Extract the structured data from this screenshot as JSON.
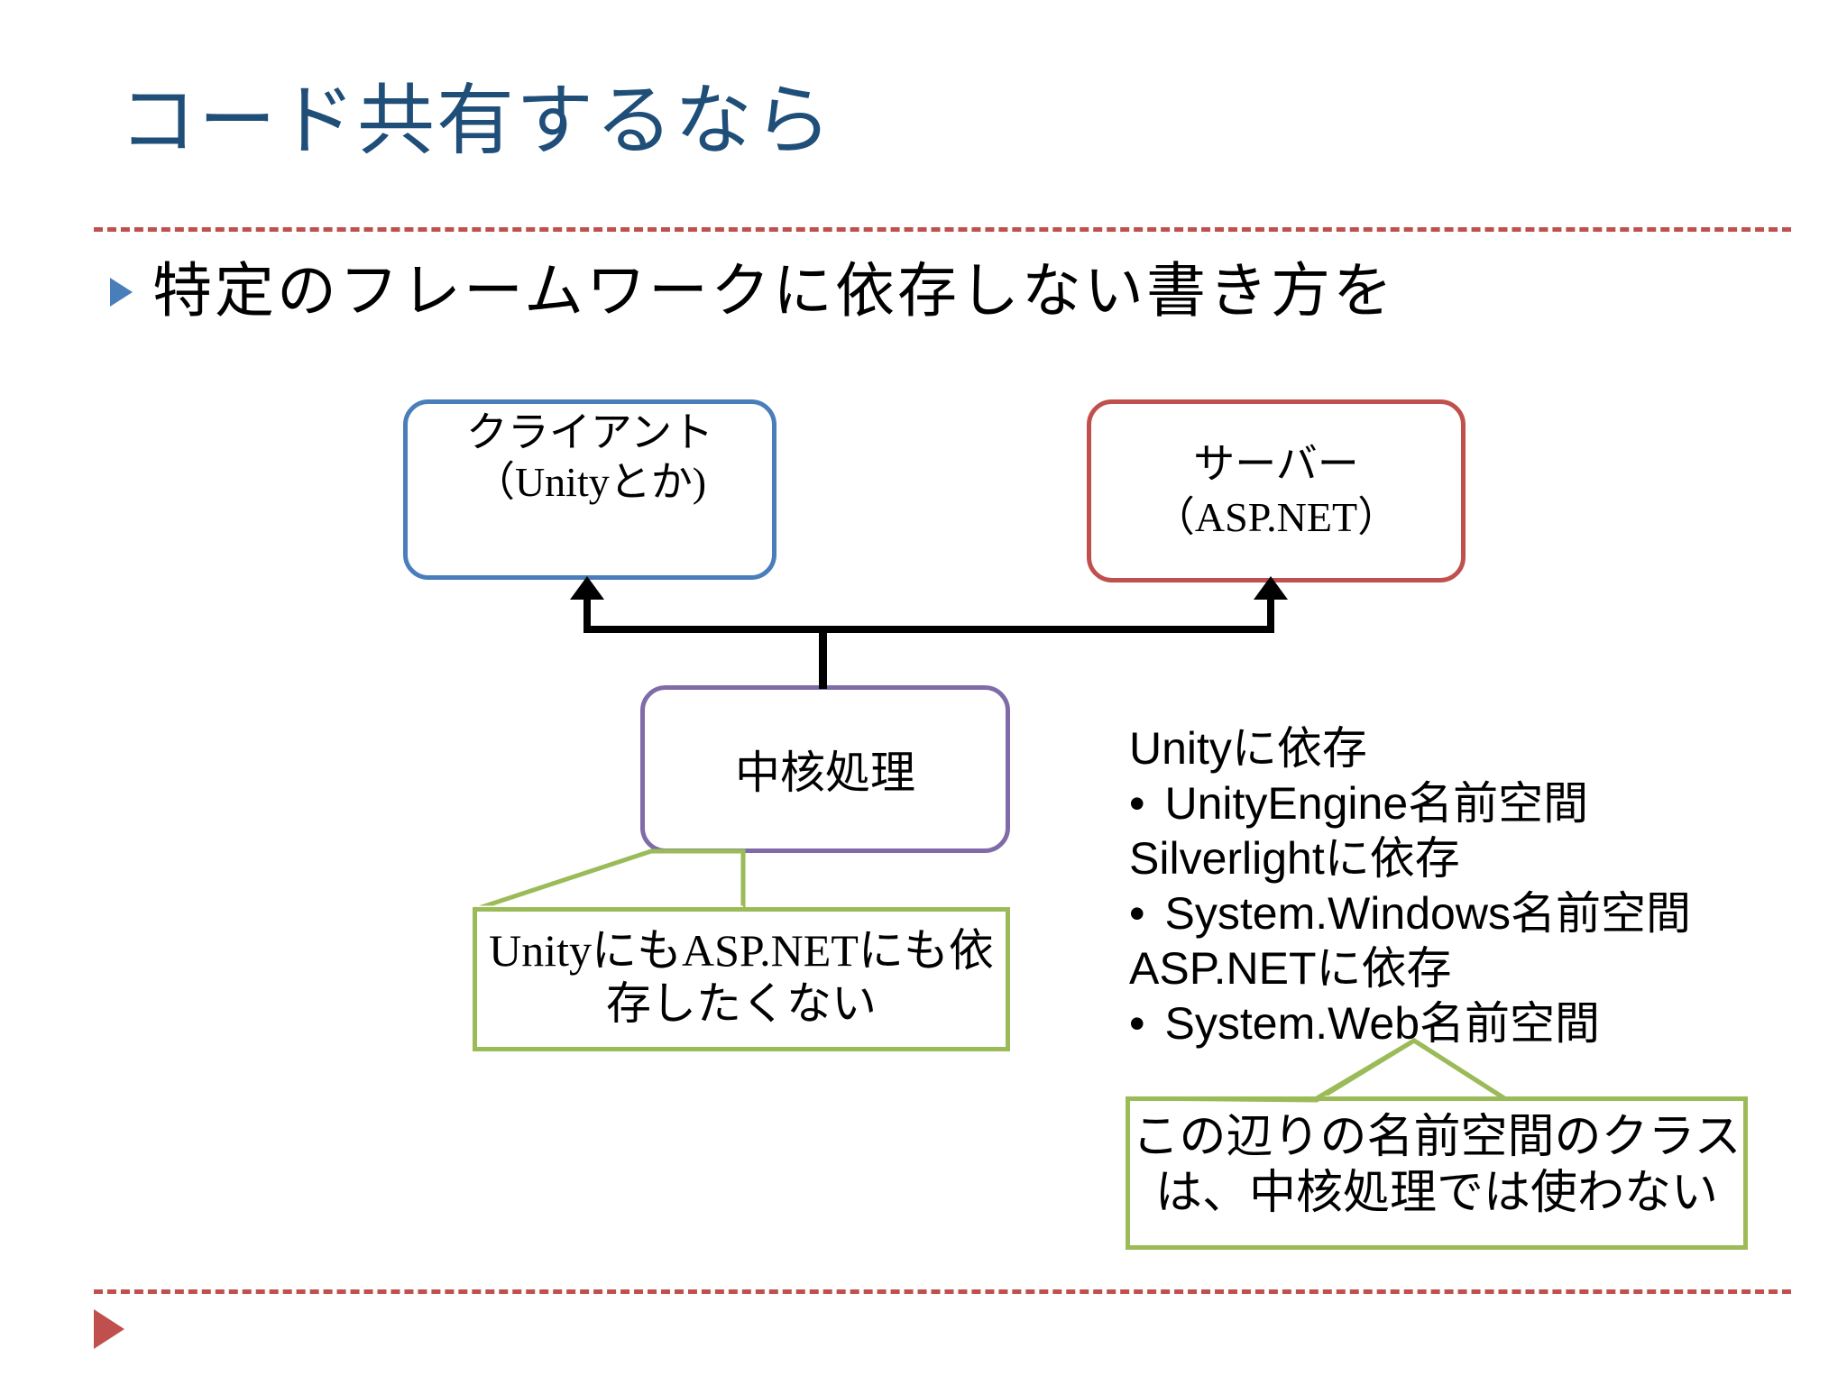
{
  "slide": {
    "title": "コード共有するなら",
    "bullet": "特定のフレームワークに依存しない書き方を",
    "title_color": "#1F4E79",
    "rule_color": "#C0504D"
  },
  "diagram": {
    "boxes": [
      {
        "id": "client",
        "label": "クライアント\n（Unityとか)",
        "border_color": "#4A7EBB"
      },
      {
        "id": "server",
        "label": "サーバー\n（ASP.NET）",
        "border_color": "#C0504D"
      },
      {
        "id": "core",
        "label": "中核処理",
        "border_color": "#7E6BA8"
      }
    ],
    "connector": {
      "color": "#000000",
      "from": "core",
      "to": [
        "client",
        "server"
      ]
    },
    "callouts": [
      {
        "id": "core-callout",
        "text": "UnityにもASP.NETにも依存したくない",
        "border_color": "#9BBB59",
        "points_to": "core"
      },
      {
        "id": "namespace-callout",
        "text": "この辺りの名前空間のクラスは、中核処理では使わない",
        "border_color": "#9BBB59",
        "points_to": "dependency-list"
      }
    ]
  },
  "dependencies": [
    {
      "heading": "Unityに依存",
      "item": "UnityEngine名前空間",
      "bullet": "•"
    },
    {
      "heading": "Silverlightに依存",
      "item": "System.Windows名前空間",
      "bullet": "•"
    },
    {
      "heading": "ASP.NETに依存",
      "item": "System.Web名前空間",
      "bullet": "•"
    }
  ],
  "decor": {
    "bullet_marker": "triangle-right",
    "bottom_marker": "triangle-right",
    "bullet_marker_color": "#4A7EBB",
    "bottom_marker_color": "#C0504D"
  }
}
